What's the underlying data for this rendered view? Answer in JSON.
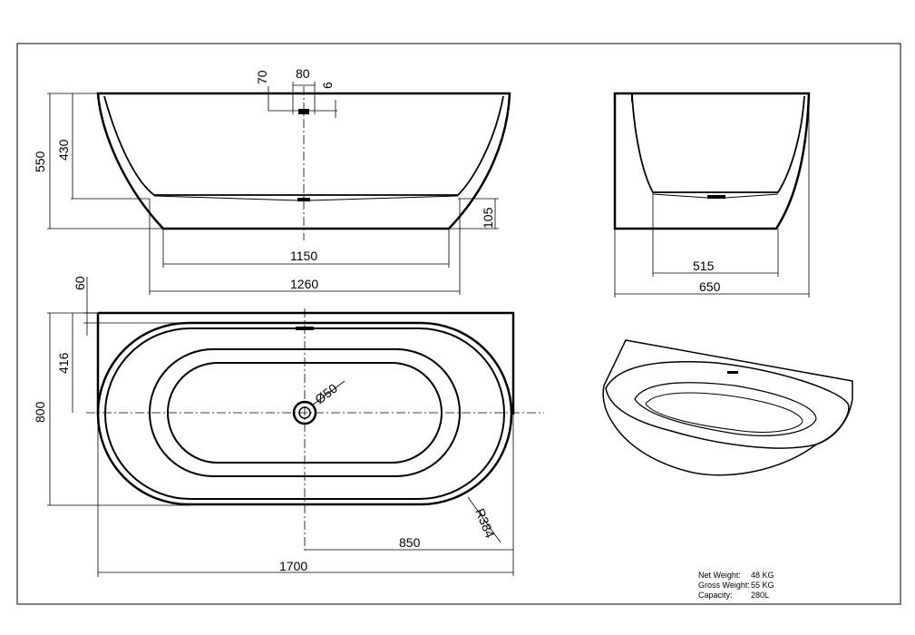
{
  "dimensions": {
    "front_top_70": "70",
    "front_top_80": "80",
    "front_top_6": "6",
    "front_height_550": "550",
    "front_height_430": "430",
    "front_foot_105": "105",
    "front_base_1150": "1150",
    "front_width_1260": "1260",
    "side_base_515": "515",
    "side_width_650": "650",
    "plan_rim_60": "60",
    "plan_half_416": "416",
    "plan_depth_800": "800",
    "plan_drain_dia": "Ø50",
    "plan_radius": "R384",
    "plan_center_850": "850",
    "plan_length_1700": "1700"
  },
  "specs": {
    "net_weight_label": "Net Weight:",
    "net_weight_value": "48 KG",
    "gross_weight_label": "Gross Weight:",
    "gross_weight_value": "55 KG",
    "capacity_label": "Capacity:",
    "capacity_value": "280L"
  }
}
